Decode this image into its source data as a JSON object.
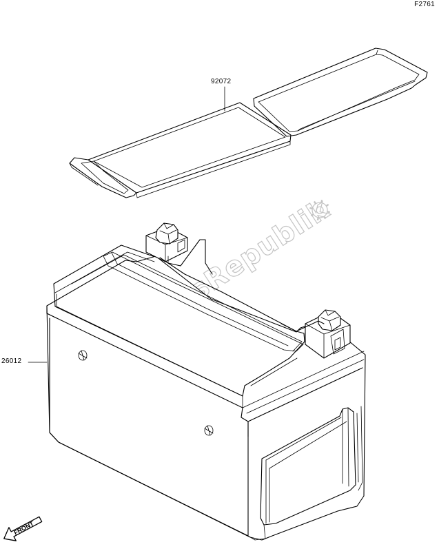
{
  "figure": {
    "code": "F2761"
  },
  "parts": [
    {
      "number": "92072"
    },
    {
      "number": "26012"
    }
  ],
  "watermark": {
    "text": "PartsRepublik",
    "icon": "gear-icon"
  },
  "front_indicator": {
    "label": "FRONT",
    "icon": "arrow-icon"
  }
}
